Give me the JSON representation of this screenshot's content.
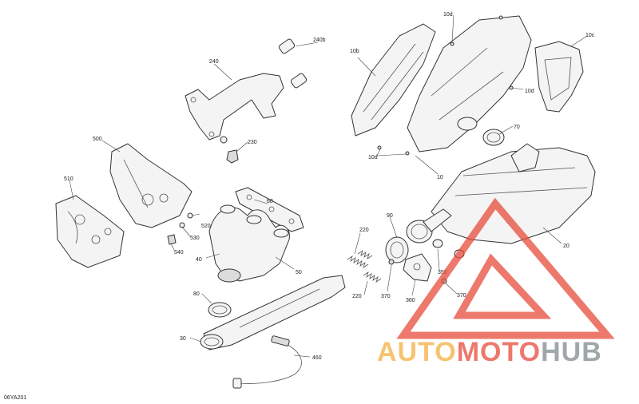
{
  "diagram": {
    "footer_code": "06YA201",
    "labels": {
      "p10": "10",
      "p10b": "10b",
      "p10c": "10c",
      "p10d_top": "10d",
      "p10d_right": "10d",
      "p10d_left": "10d",
      "p20": "20",
      "p30": "30",
      "p40": "40",
      "p50": "50",
      "p60": "60",
      "p70": "70",
      "p80": "80",
      "p90": "90",
      "p220_a": "220",
      "p220_b": "220",
      "p230": "230",
      "p240": "240",
      "p240b": "240b",
      "p350": "350",
      "p360": "360",
      "p370_a": "370",
      "p370_b": "370",
      "p460": "460",
      "p500": "500",
      "p510": "510",
      "p520": "520",
      "p530": "530",
      "p540": "540"
    }
  },
  "watermark": {
    "text_part1": "AUTO",
    "text_part2": "MOTO",
    "text_part3": "HUB",
    "color_orange": "#f5b041",
    "color_red": "#e74c3c",
    "color_gray": "#7f8c8d"
  }
}
